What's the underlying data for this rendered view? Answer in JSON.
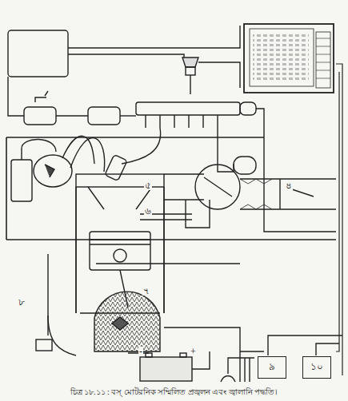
{
  "diagram": {
    "caption": "চিত্র ১৮.১১ : বস্ মোটরনিক সম্মিলিত প্রজ্বলন এবং জ্বালানি পদ্ধতি।",
    "nodes": [
      {
        "text": [
          "৯"
        ]
      },
      {
        "text": [
          "১০"
        ]
      }
    ],
    "labels": [
      "৫",
      "৬",
      "৭",
      "৮",
      "৪",
      "-",
      "+"
    ]
  }
}
